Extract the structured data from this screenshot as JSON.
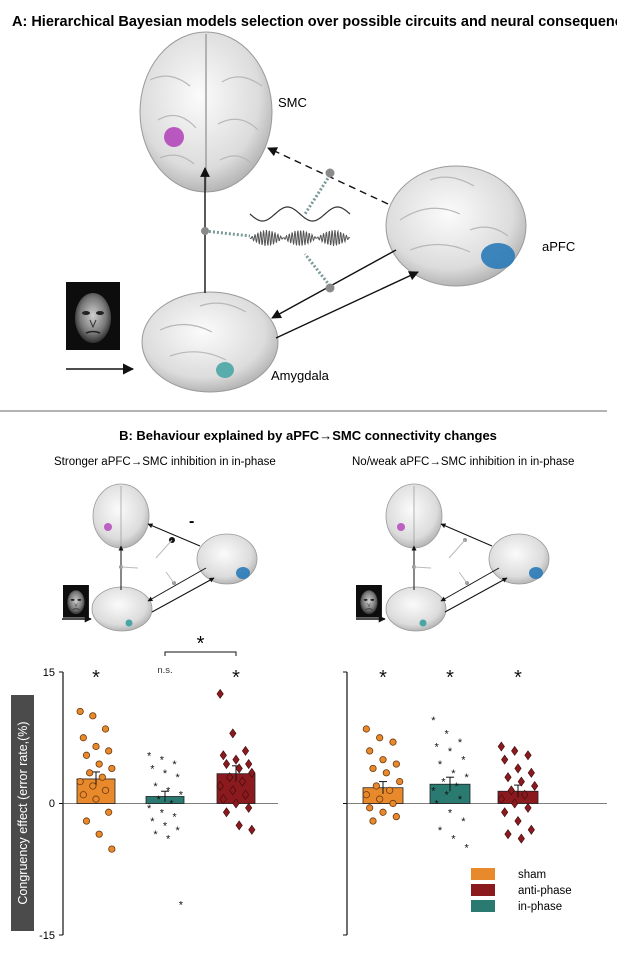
{
  "panel_a": {
    "title": "A: Hierarchical Bayesian models selection over possible circuits and neural consequences of tACS",
    "labels": {
      "smc": "SMC",
      "apfc": "aPFC",
      "amygdala": "Amygdala"
    }
  },
  "panel_b": {
    "title": "B: Behaviour explained by aPFC→SMC connectivity changes",
    "left_subtitle": "Stronger aPFC→SMC inhibition in in-phase",
    "right_subtitle": "No/weak aPFC→SMC inhibition in in-phase",
    "minus_sign": "-",
    "significance": {
      "star": "*",
      "ns": "n.s."
    }
  },
  "colors": {
    "sham": "#e8892c",
    "anti_phase": "#8b1a1e",
    "in_phase": "#2a7a72",
    "smc_roi": "#b040b8",
    "apfc_roi": "#2a7ab8",
    "amygdala_roi": "#4aa6a6"
  },
  "chart_data": [
    {
      "type": "bar",
      "ylabel": "Congruency effect (error rate,(%)",
      "ylim": [
        -15,
        15
      ],
      "yticks": [
        "15",
        "0",
        "-15"
      ],
      "categories": [
        "sham",
        "anti-phase",
        "in-phase"
      ],
      "series": [
        {
          "name": "sham",
          "mean": 2.8,
          "sem": 0.8,
          "marker": "circle",
          "points": [
            10.5,
            10,
            8.5,
            7.5,
            6.5,
            6,
            5.5,
            4.5,
            4,
            3.5,
            3,
            2.5,
            2,
            1.5,
            1,
            0.5,
            -1,
            -2,
            -3.5,
            -5.2
          ]
        },
        {
          "name": "in-phase",
          "mean": 0.8,
          "sem": 0.6,
          "marker": "asterisk",
          "points": [
            5.5,
            5,
            4.5,
            4,
            3.5,
            3,
            2,
            1.5,
            1,
            0.5,
            0,
            -0.5,
            -1,
            -1.5,
            -2,
            -2.5,
            -3,
            -3.5,
            -4,
            -11.5
          ]
        },
        {
          "name": "anti-phase",
          "mean": 3.4,
          "sem": 0.9,
          "marker": "diamond",
          "points": [
            12.5,
            8,
            6,
            5.5,
            5,
            4.5,
            4.5,
            4,
            3.5,
            3,
            2.5,
            2,
            1.5,
            1,
            0.5,
            0,
            -0.5,
            -1,
            -2.5,
            -3
          ]
        }
      ],
      "annotations": [
        {
          "target": "sham",
          "text": "*"
        },
        {
          "target": "in-phase",
          "text": "n.s."
        },
        {
          "target": "anti-phase",
          "text": "*"
        },
        {
          "target": "in-phase vs anti-phase",
          "text": "*"
        }
      ]
    },
    {
      "type": "bar",
      "ylim": [
        -15,
        15
      ],
      "categories": [
        "sham",
        "in-phase",
        "anti-phase"
      ],
      "series": [
        {
          "name": "sham",
          "mean": 1.8,
          "sem": 0.7,
          "marker": "circle",
          "points": [
            8.5,
            7.5,
            7,
            6,
            5,
            4.5,
            4,
            3.5,
            2.5,
            2,
            1.5,
            1,
            0.5,
            0,
            -0.5,
            -1,
            -1.5,
            -2
          ]
        },
        {
          "name": "in-phase",
          "mean": 2.2,
          "sem": 0.8,
          "marker": "asterisk",
          "points": [
            9.5,
            8,
            7,
            6.5,
            6,
            5,
            4.5,
            3.5,
            3,
            2.5,
            2,
            1.5,
            1,
            0.5,
            0,
            -1,
            -2,
            -3,
            -4,
            -5
          ]
        },
        {
          "name": "anti-phase",
          "mean": 1.4,
          "sem": 0.7,
          "marker": "diamond",
          "points": [
            6.5,
            6,
            5.5,
            5,
            4,
            3.5,
            3,
            2.5,
            2,
            1.5,
            1,
            0.5,
            0,
            -0.5,
            -1,
            -2,
            -3,
            -3.5,
            -4
          ]
        }
      ],
      "annotations": [
        {
          "target": "sham",
          "text": "*"
        },
        {
          "target": "in-phase",
          "text": "*"
        },
        {
          "target": "anti-phase",
          "text": "*"
        }
      ]
    }
  ],
  "legend": [
    {
      "label": "sham",
      "color": "#e8892c"
    },
    {
      "label": "anti-phase",
      "color": "#8b1a1e"
    },
    {
      "label": "in-phase",
      "color": "#2a7a72"
    }
  ]
}
